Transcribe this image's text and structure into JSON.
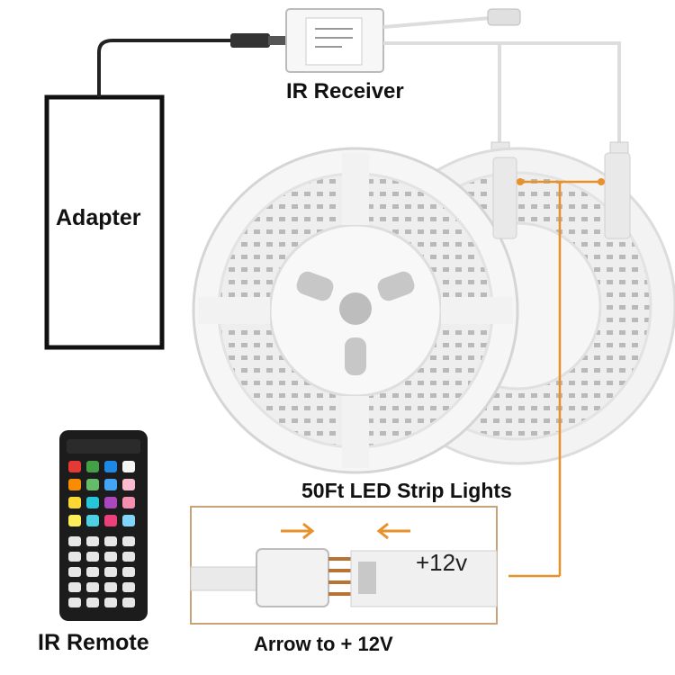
{
  "labels": {
    "adapter": "Adapter",
    "ir_receiver": "IR Receiver",
    "strip_lights": "50Ft LED Strip Lights",
    "ir_remote": "IR Remote",
    "arrow_note": "Arrow to + 12V",
    "voltage_mark": "+12v"
  },
  "colors": {
    "accent_orange": "#e8912b",
    "reel_white": "#f4f4f4",
    "reel_shadow": "#d9d9d9",
    "outline": "#111111",
    "remote_body": "#1c1c1c"
  },
  "remote_button_colors": [
    "#e53935",
    "#43a047",
    "#1e88e5",
    "#f5f5f5",
    "#fb8c00",
    "#66bb6a",
    "#42a5f5",
    "#f8bbd0",
    "#fdd835",
    "#26c6da",
    "#ab47bc",
    "#f48fb1",
    "#ffee58",
    "#4dd0e1",
    "#ec407a",
    "#81d4fa"
  ]
}
